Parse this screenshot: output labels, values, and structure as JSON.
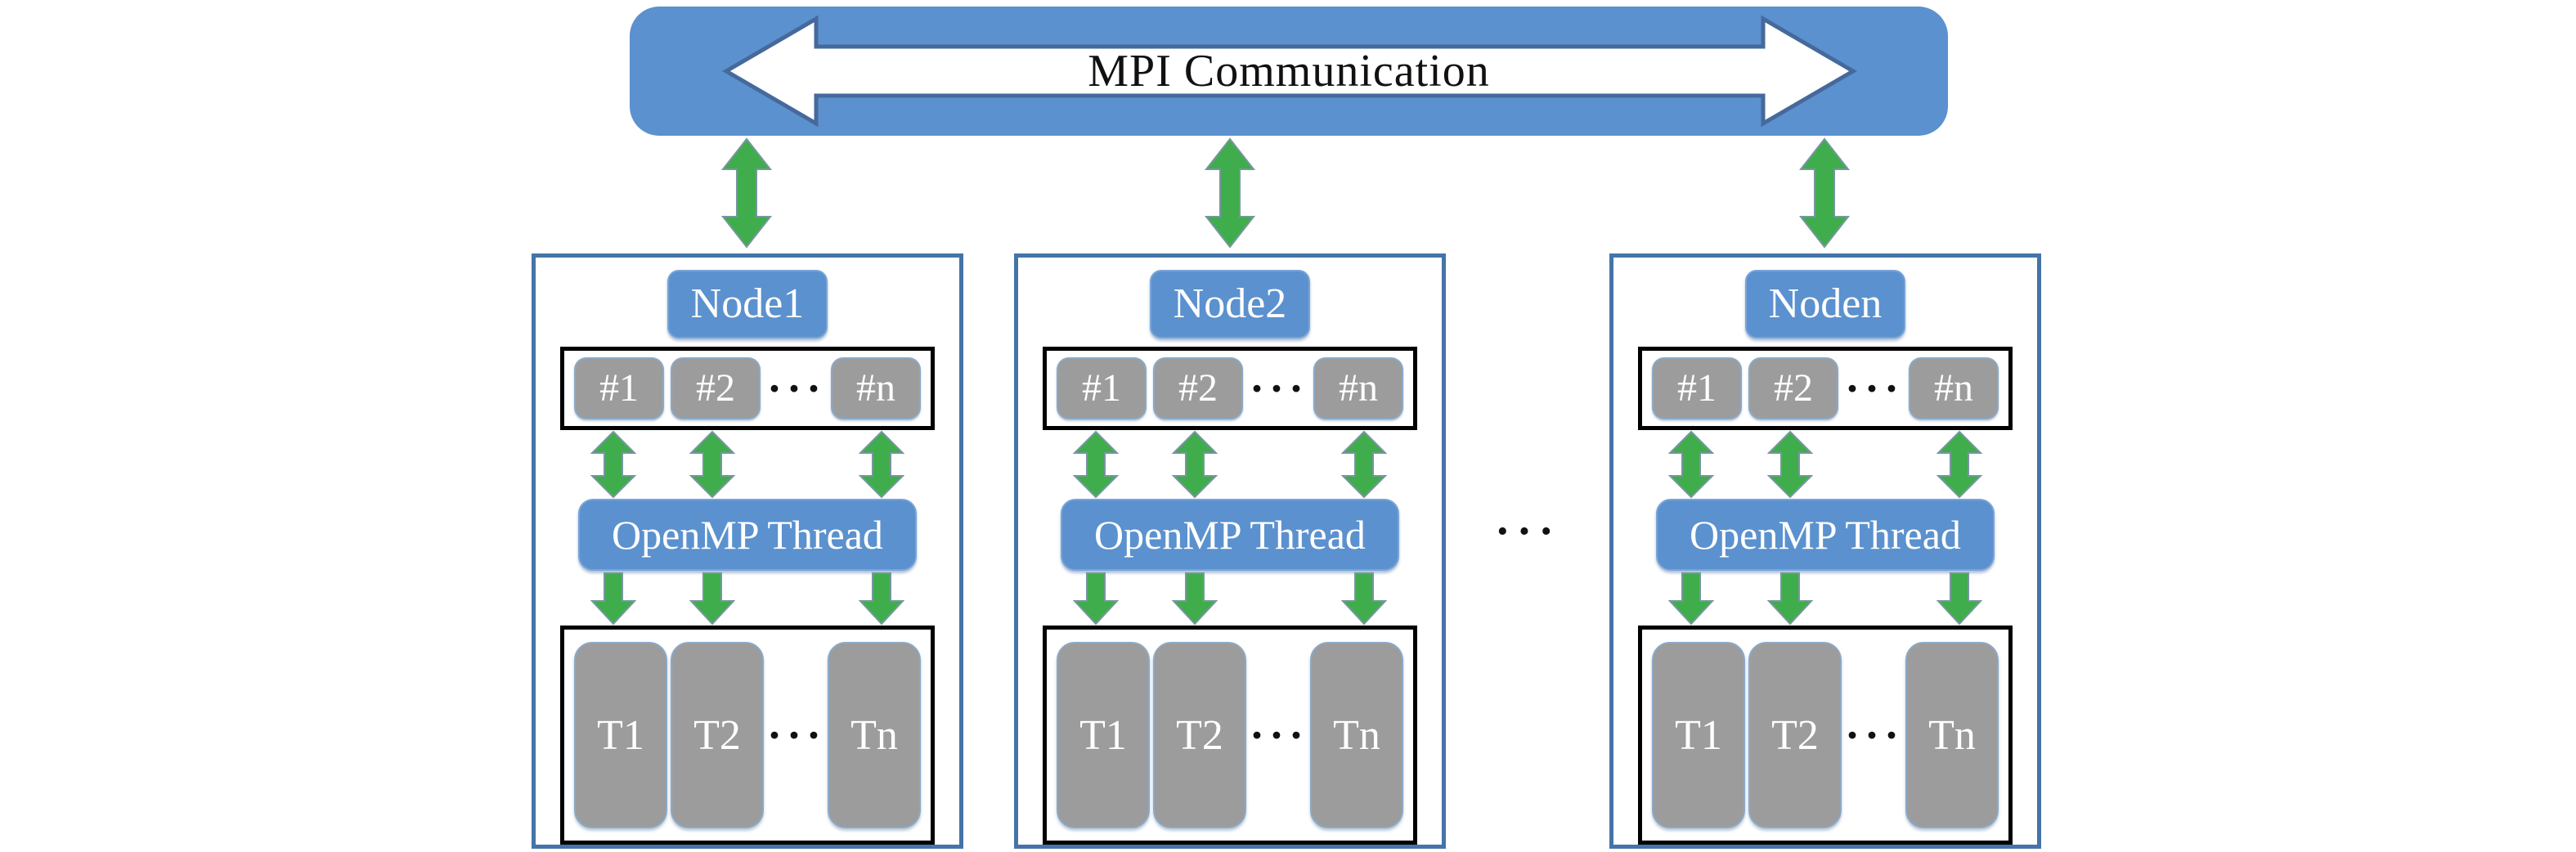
{
  "banner": {
    "label": "MPI Communication"
  },
  "ellipsis": "···",
  "nodes": [
    {
      "label": "Node1",
      "cores": [
        "#1",
        "#2",
        "#n"
      ],
      "openmp": "OpenMP Thread",
      "threads": [
        "T1",
        "T2",
        "Tn"
      ]
    },
    {
      "label": "Node2",
      "cores": [
        "#1",
        "#2",
        "#n"
      ],
      "openmp": "OpenMP Thread",
      "threads": [
        "T1",
        "T2",
        "Tn"
      ]
    },
    {
      "label": "Noden",
      "cores": [
        "#1",
        "#2",
        "#n"
      ],
      "openmp": "OpenMP Thread",
      "threads": [
        "T1",
        "T2",
        "Tn"
      ]
    }
  ],
  "colors": {
    "banner_blue": "#5B91CE",
    "node_border_blue": "#4474A8",
    "arrow_green": "#3FAD4C",
    "chip_gray": "#9C9C9C",
    "mpi_arrow_outline": "#46699C",
    "inner_box_border": "#000000"
  }
}
